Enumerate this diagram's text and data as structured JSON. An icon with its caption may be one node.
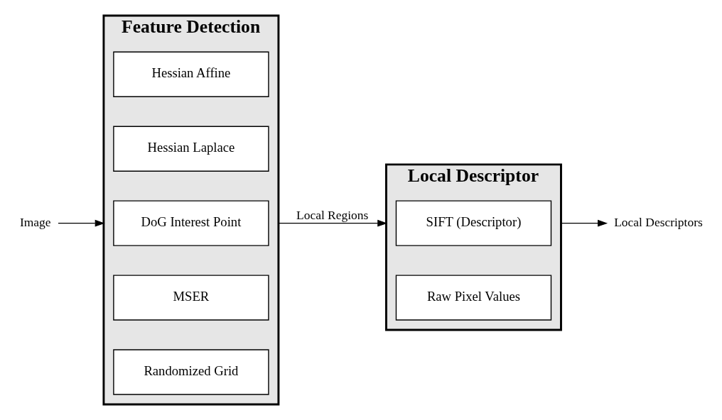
{
  "diagram": {
    "nodes": [
      {
        "text": [
          "Feature Detection"
        ]
      },
      {
        "text": [
          "Randomized Grid"
        ],
        "in": 0
      },
      {
        "text": [
          "MSER"
        ],
        "in": 0
      },
      {
        "text": [
          "DoG Interest Point"
        ],
        "in": 0
      },
      {
        "text": [
          "Hessian Laplace"
        ],
        "in": 0
      },
      {
        "text": [
          "Hessian Affine"
        ],
        "in": 0
      },
      {
        "text": [
          "Local Descriptor"
        ]
      },
      {
        "text": [
          "Raw Pixel Values"
        ],
        "in": 6
      },
      {
        "text": [
          "SIFT (Descriptor)"
        ],
        "in": 6
      },
      {
        "text": [
          "Image"
        ]
      },
      {
        "text": [
          "Local Descriptors"
        ]
      }
    ],
    "edges": [
      {
        "from": 9,
        "to": 0,
        "arrow": "to"
      },
      {
        "from": 0,
        "to": 6,
        "arrow": "to",
        "label": "Local Regions"
      },
      {
        "from": 6,
        "to": 10,
        "arrow": "to"
      }
    ]
  }
}
